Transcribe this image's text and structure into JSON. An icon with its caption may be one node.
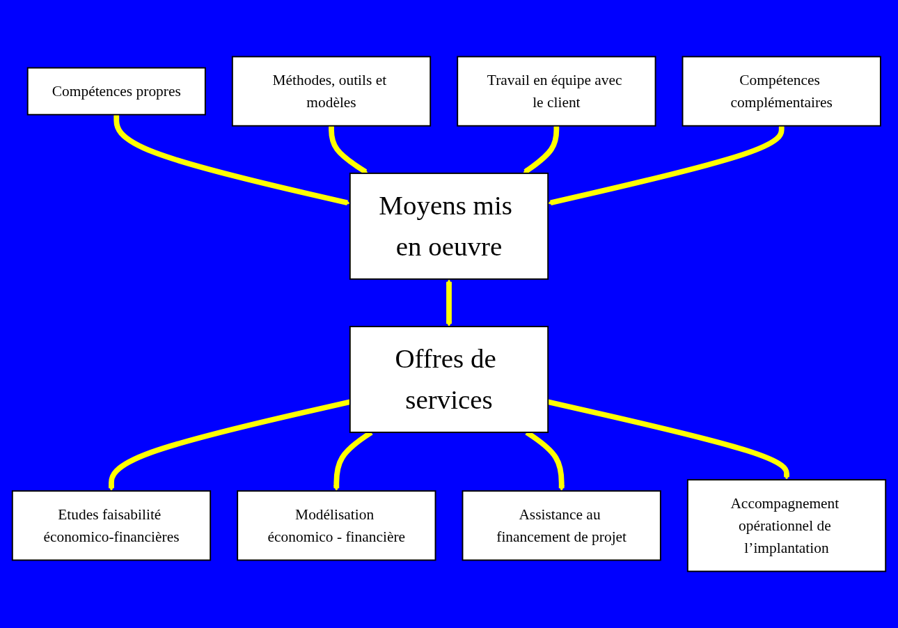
{
  "diagram": {
    "nodes": [
      {
        "text": [
          "Compétences propres"
        ]
      },
      {
        "text": [
          "Méthodes, outils et modèles"
        ]
      },
      {
        "text": [
          "Travail en équipe avec le client"
        ]
      },
      {
        "text": [
          "Compétences complémentaires"
        ]
      },
      {
        "text": [
          "Moyens mis en oeuvre"
        ]
      },
      {
        "text": [
          "Offres de services"
        ]
      },
      {
        "text": [
          "Etudes faisabilité économico-financières"
        ]
      },
      {
        "text": [
          "Modélisation économico - financière"
        ]
      },
      {
        "text": [
          "Assistance au financement de projet"
        ]
      },
      {
        "text": [
          "Accompagnement opérationnel de l’implantation"
        ]
      }
    ],
    "edges": [
      {
        "from": 0,
        "to": 4,
        "arrow": "to"
      },
      {
        "from": 1,
        "to": 4,
        "arrow": "to"
      },
      {
        "from": 2,
        "to": 4,
        "arrow": "to"
      },
      {
        "from": 3,
        "to": 4,
        "arrow": "to"
      },
      {
        "from": 4,
        "to": 5,
        "arrow": "both"
      },
      {
        "from": 5,
        "to": 6,
        "arrow": "to"
      },
      {
        "from": 5,
        "to": 7,
        "arrow": "to"
      },
      {
        "from": 5,
        "to": 8,
        "arrow": "to"
      },
      {
        "from": 5,
        "to": 9,
        "arrow": "to"
      }
    ]
  }
}
